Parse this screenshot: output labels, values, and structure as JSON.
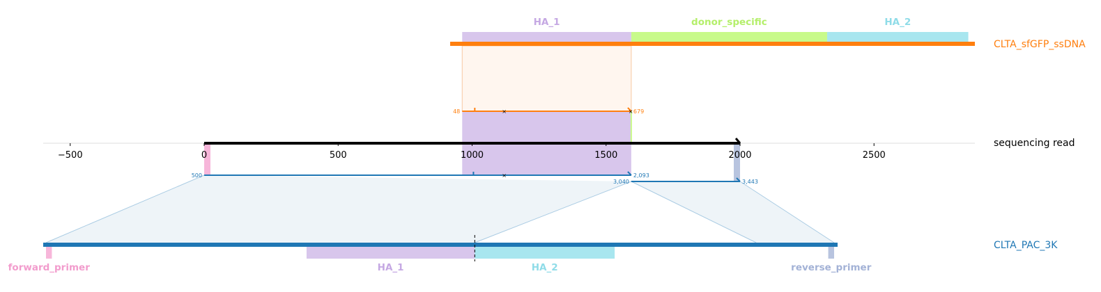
{
  "colors": {
    "donor": "#ff7f0e",
    "reference": "#1f77b4",
    "read": "#000000",
    "ha1": "#d8c6ec",
    "ha1_text": "#c5a8e3",
    "ha2": "#a8e6ef",
    "ha2_text": "#8fdce8",
    "donor_specific": "#c8fa8a",
    "donor_specific_text": "#b4ef6a",
    "forward_primer": "#f7b6da",
    "forward_primer_text": "#f29ccd",
    "reverse_primer": "#b8c4df",
    "reverse_primer_text": "#a3b2d6",
    "alignment_fill": "#eef4f8",
    "alignment_line": "#a9cbe3"
  },
  "read_axis": {
    "label": "sequencing read",
    "min": -600,
    "max": 2880,
    "read_start": 0,
    "read_end": 2000,
    "ticks": [
      -500,
      0,
      500,
      1000,
      1500,
      2000,
      2500
    ],
    "tick_labels": [
      "−500",
      "0",
      "500",
      "1000",
      "1500",
      "2000",
      "2500"
    ]
  },
  "donor": {
    "label": "CLTA_sfGFP_ssDNA",
    "features": [
      {
        "name": "HA_1",
        "start": 963,
        "end": 1594,
        "color": "ha1",
        "text_color": "ha1_text"
      },
      {
        "name": "donor_specific",
        "start": 1594,
        "end": 2325,
        "color": "donor_specific",
        "text_color": "donor_specific_text"
      },
      {
        "name": "HA_2",
        "start": 2325,
        "end": 2852,
        "color": "ha2",
        "text_color": "ha2_text"
      }
    ],
    "alignment": {
      "read_start": 963,
      "read_end": 1594,
      "label_start": "48",
      "label_end": "679"
    }
  },
  "reference": {
    "label": "CLTA_PAC_3K",
    "features": [
      {
        "name": "forward_primer",
        "start": 0,
        "end": 22,
        "color": "forward_primer",
        "text_color": "forward_primer_text"
      },
      {
        "name": "HA_1",
        "start": 976,
        "end": 1606,
        "color": "ha1",
        "text_color": "ha1_text"
      },
      {
        "name": "HA_2",
        "start": 1606,
        "end": 2130,
        "color": "ha2",
        "text_color": "ha2_text"
      },
      {
        "name": "reverse_primer",
        "start": 2930,
        "end": 2952,
        "color": "reverse_primer",
        "text_color": "reverse_primer_text"
      }
    ],
    "cut_site": 1606,
    "alignments": [
      {
        "read_start": 0,
        "read_end": 1594,
        "label_start": "500",
        "label_end": "2,093"
      },
      {
        "read_start": 1594,
        "read_end": 2000,
        "label_start": "3,040",
        "label_end": "3,443"
      }
    ]
  }
}
